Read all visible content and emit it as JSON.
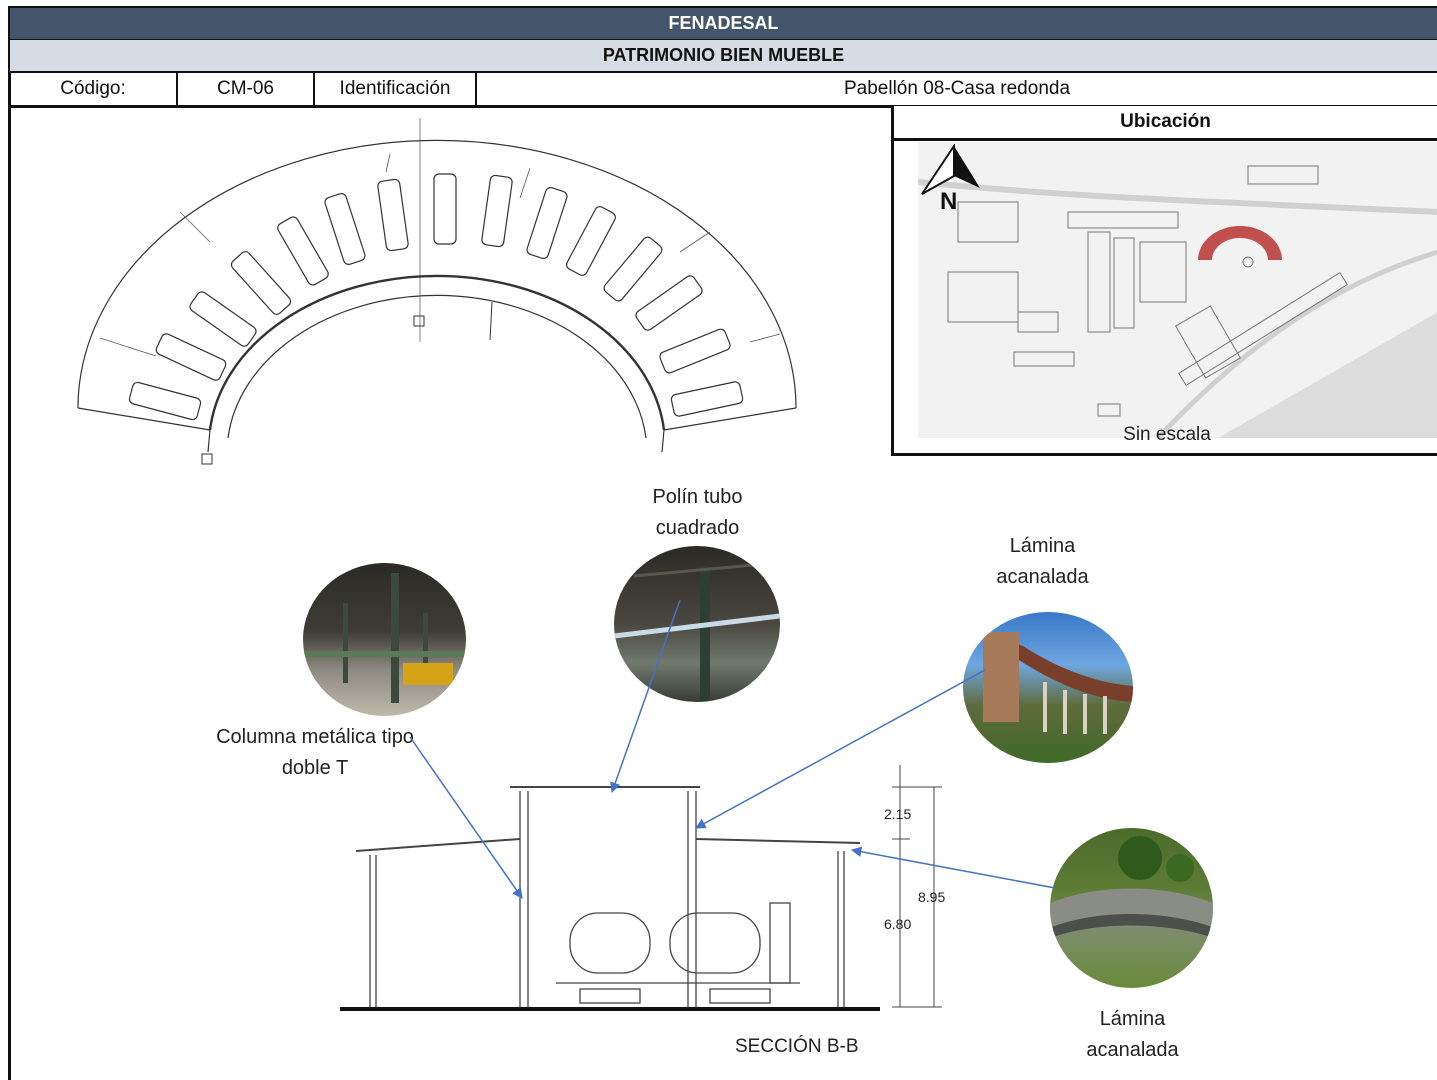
{
  "header": {
    "title": "FENADESAL",
    "subtitle": "PATRIMONIO BIEN MUEBLE"
  },
  "info_row": {
    "code_label": "Código:",
    "code_value": "CM-06",
    "id_label": "Identificación",
    "id_value": "Pabellón 08-Casa redonda"
  },
  "location": {
    "heading": "Ubicación",
    "north_label": "N",
    "scale_note": "Sin escala"
  },
  "labels": {
    "polin": "Polín tubo cuadrado",
    "lamina_top": "Lámina acanalada",
    "columna": "Columna metálica tipo doble T",
    "lamina_bottom": "Lámina acanalada"
  },
  "section": {
    "title": "SECCIÓN B-B",
    "dim_upper": "2.15",
    "dim_total": "8.95",
    "dim_lower": "6.80"
  },
  "colors": {
    "header_dark": "#44546a",
    "header_light": "#d6dce4",
    "arrow": "#4472c4",
    "roundhouse_map": "#c0504d"
  }
}
